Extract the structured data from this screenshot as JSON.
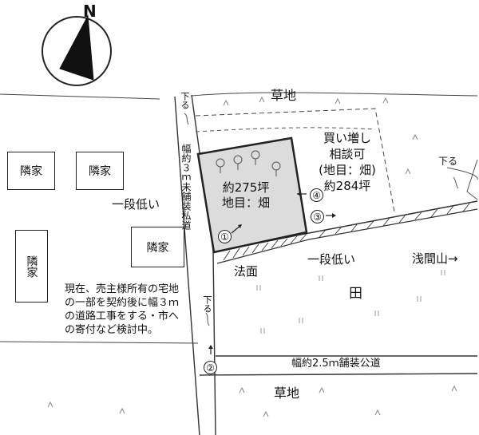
{
  "compass": {
    "north_label": "N"
  },
  "labels": {
    "grass_top": "草地",
    "grass_bottom": "草地",
    "lower_left": "一段低い",
    "lower_right": "一段低い",
    "slope": "法面",
    "rice_field": "田",
    "asama": "浅間山→",
    "down_top": "下る",
    "down_right": "下る",
    "down_mid": "下る",
    "private_road": "幅約３ｍ未舗装私道",
    "public_road": "幅約2.5ｍ舗装公道",
    "note_lines": [
      "現在、売主様所有の宅地",
      "の一部を契約後に幅３ｍ",
      "の道路工事をする・市へ",
      "の寄付など検討中。"
    ]
  },
  "main_lot": {
    "area_line": "約275坪",
    "use_line": "地目：畑"
  },
  "extra_lot": {
    "lines": [
      "買い増し",
      "相談可",
      "(地目：畑)",
      "約284坪"
    ]
  },
  "houses": [
    "隣家",
    "隣家",
    "隣家",
    "隣家"
  ],
  "markers": [
    "①",
    "②",
    "③",
    "④"
  ]
}
